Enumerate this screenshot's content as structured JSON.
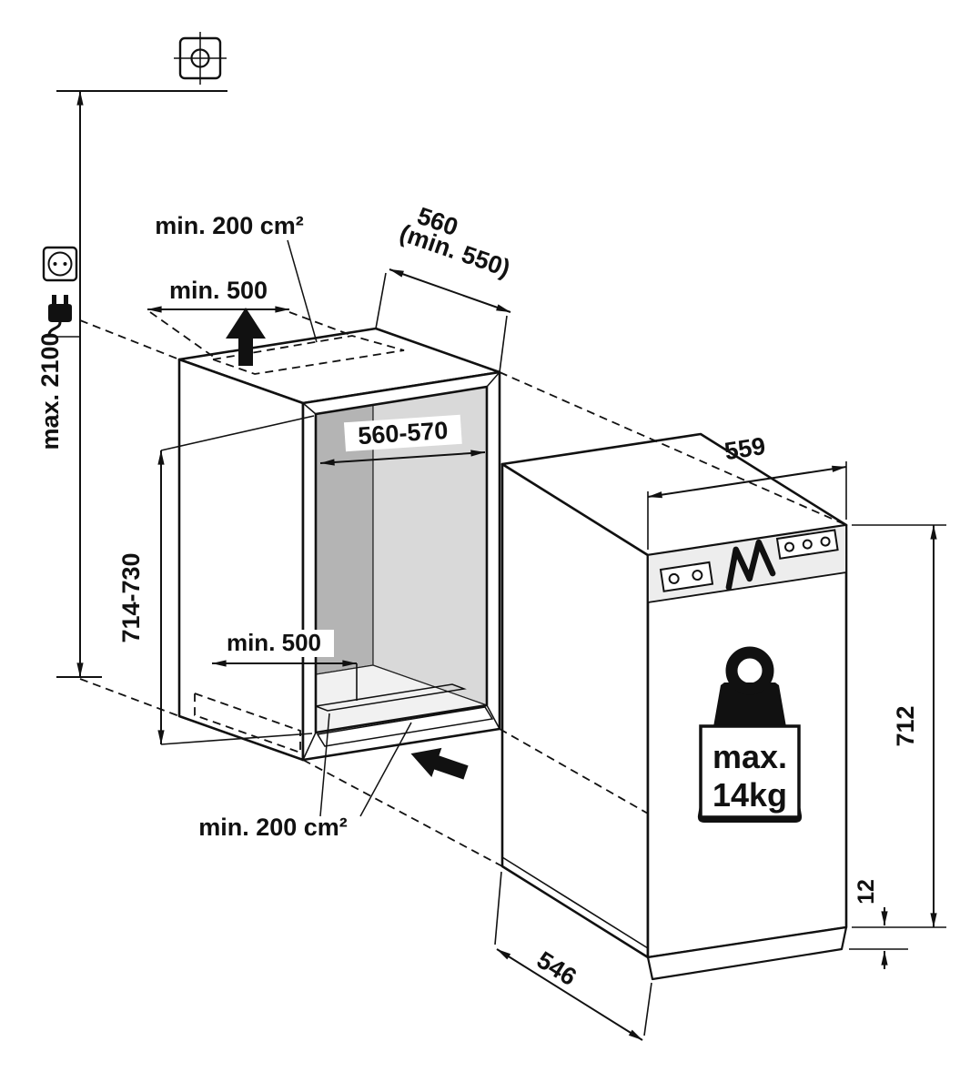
{
  "diagram": {
    "type": "installation-dimension-drawing",
    "labels": {
      "max_height": "max. 2100",
      "top_vent_area": "min. 200 cm²",
      "top_vent_width": "min. 500",
      "niche_depth": "560",
      "niche_depth_min": "(min. 550)",
      "niche_width": "560-570",
      "floor_vent_width": "min. 500",
      "niche_height": "714-730",
      "bottom_vent_area": "min. 200 cm²",
      "appliance_width": "559",
      "appliance_height": "712",
      "plinth_gap": "12",
      "appliance_depth": "546",
      "door_load_line1": "max.",
      "door_load_line2": "14kg"
    },
    "colors": {
      "line": "#111111",
      "back_wall": "#b4b4b4",
      "side_wall": "#d9d9d9",
      "left_wall": "#9a9a9a",
      "floor": "#f1f1f1",
      "ceiling": "#fafafa"
    },
    "icons": {
      "top_left": "wall-bracket-icon",
      "socket": "power-socket-icon",
      "plug": "power-plug-icon",
      "airflow_top": "airflow-up-arrow",
      "airflow_bottom": "airflow-in-arrow",
      "door_load": "weight-icon"
    }
  }
}
